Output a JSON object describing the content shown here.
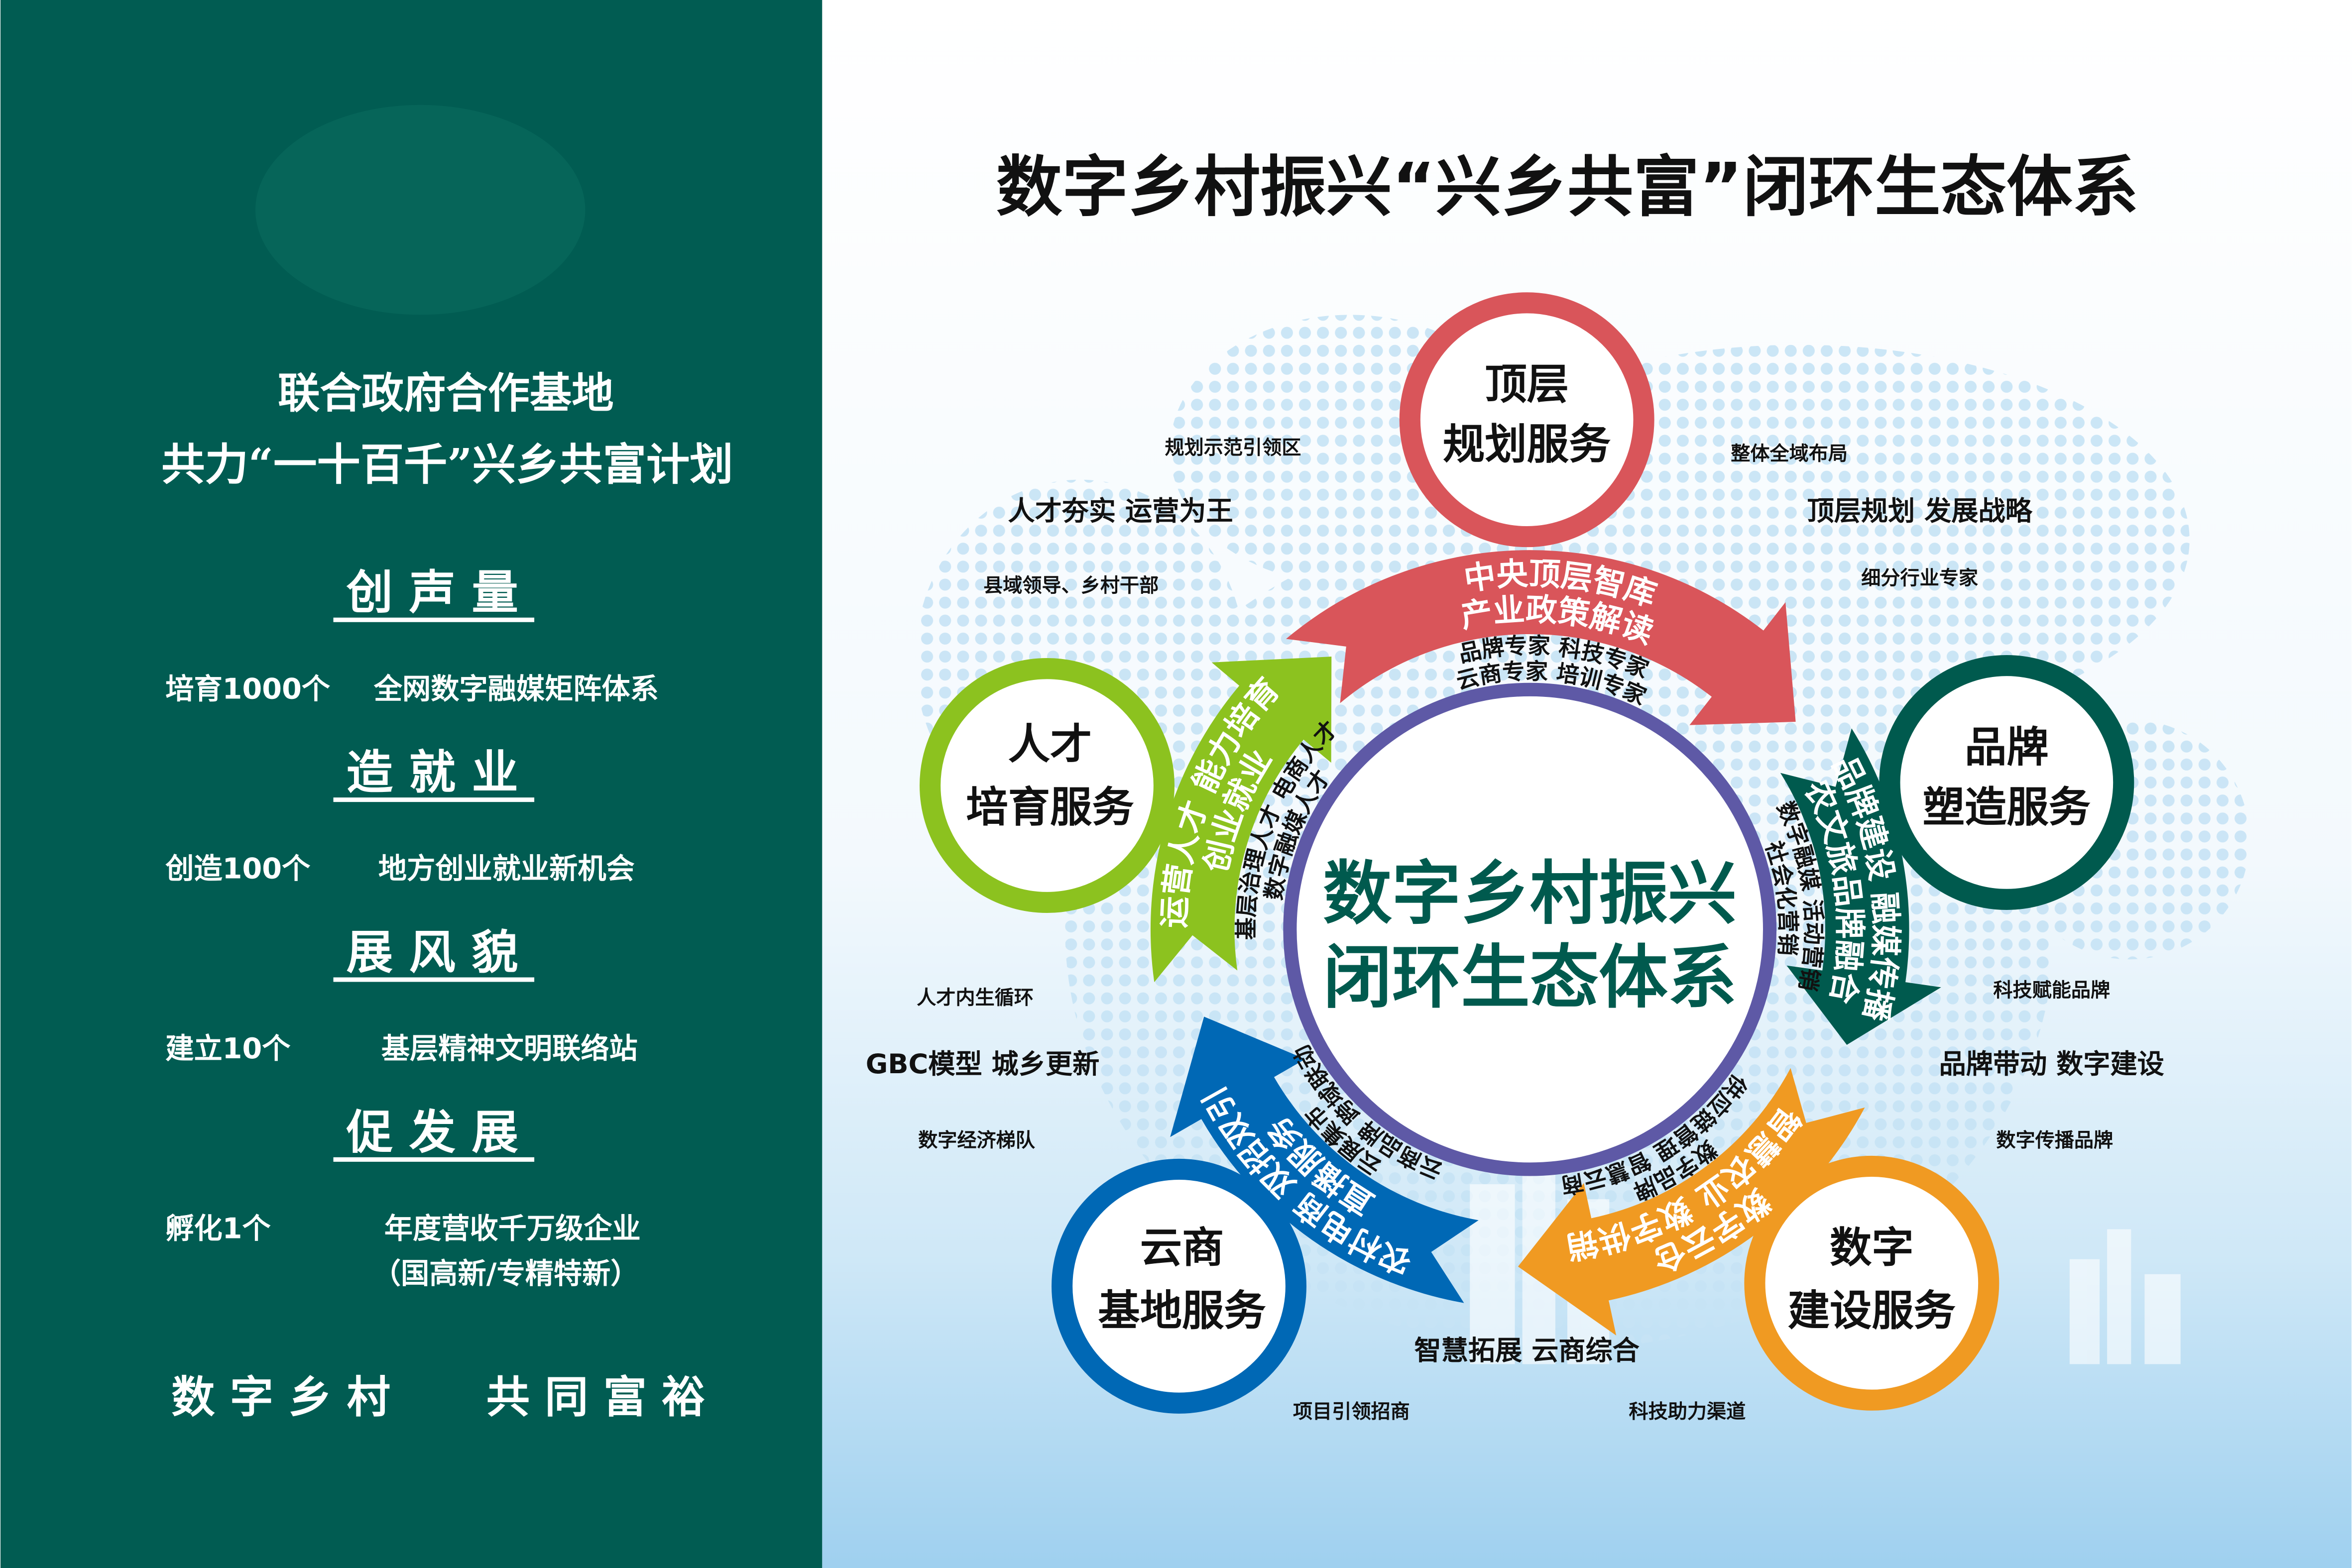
{
  "colors": {
    "panel": "#015c52",
    "teal": "#005a4e",
    "red": "#d9555a",
    "green": "#005a4e",
    "orange": "#f09a22",
    "blue": "#0068b5",
    "lime": "#8cc21f",
    "ring": "#5e59a6",
    "dots": "#c6e3f5"
  },
  "left_panel": {
    "line1": "联合政府合作基地",
    "line2": "共力“一十百千”兴乡共富计划",
    "sections": [
      {
        "heading": "创 声 量",
        "items": [
          {
            "left": "培育1000个",
            "right": "全网数字融媒矩阵体系"
          }
        ]
      },
      {
        "heading": "造 就 业",
        "items": [
          {
            "left": "创造100个",
            "right": "地方创业就业新机会"
          }
        ]
      },
      {
        "heading": "展 风 貌",
        "items": [
          {
            "left": "建立10个",
            "right": "基层精神文明联络站"
          }
        ]
      },
      {
        "heading": "促 发 展",
        "items": [
          {
            "left": "孵化1个",
            "right": "年度营收千万级企业",
            "right2": "（国高新/专精特新）"
          }
        ]
      }
    ],
    "slogan_left": "数字乡村",
    "slogan_right": "共同富裕"
  },
  "title": "数字乡村振兴“兴乡共富”闭环生态体系",
  "center": {
    "line1": "数字乡村振兴",
    "line2": "闭环生态体系"
  },
  "services": {
    "top": {
      "line1": "顶层",
      "line2": "规划服务"
    },
    "left": {
      "line1": "人才",
      "line2": "培育服务"
    },
    "right": {
      "line1": "品牌",
      "line2": "塑造服务"
    },
    "bottom_left": {
      "line1": "云商",
      "line2": "基地服务"
    },
    "bottom_right": {
      "line1": "数字",
      "line2": "建设服务"
    }
  },
  "arrows": {
    "red": {
      "w1": "中央顶层智库",
      "w2": "产业政策解读",
      "b1": "品牌专家 科技专家",
      "b2": "云商专家 培训专家"
    },
    "green": {
      "w1": "品牌建设 融媒传播",
      "w2": "农文旅品牌融合",
      "b1": "数字融媒 活动营销",
      "b2": "社会化营销"
    },
    "orange": {
      "w1": "数字云仓",
      "w2": "智慧农业 数字供销",
      "b1": "数字品牌",
      "b2": "供应链管理 智慧云商"
    },
    "blue": {
      "w1": "农村电商 双招双引",
      "w2": "直播服务",
      "b1": "云展集市",
      "b2": "云商品牌 跨域联动"
    },
    "lime": {
      "w1": "运营人才 能力培育",
      "w2": "创业就业",
      "b1": "基层治理人才 电商人才",
      "b2": "数字融媒人才"
    }
  },
  "labels": {
    "top_left_1": "规划示范引领区",
    "top_left_2": "人才夯实 运营为王",
    "top_left_3": "县域领导、乡村干部",
    "top_right_1": "整体全域布局",
    "top_right_2": "顶层规划 发展战略",
    "top_right_3": "细分行业专家",
    "mid_left_1": "人才内生循环",
    "mid_left_2": "GBC模型 城乡更新",
    "mid_left_3": "数字经济梯队",
    "mid_right_1": "科技赋能品牌",
    "mid_right_2": "品牌带动 数字建设",
    "mid_right_3": "数字传播品牌",
    "bottom_1": "智慧拓展 云商综合",
    "bottom_2": "项目引领招商",
    "bottom_3": "科技助力渠道"
  }
}
